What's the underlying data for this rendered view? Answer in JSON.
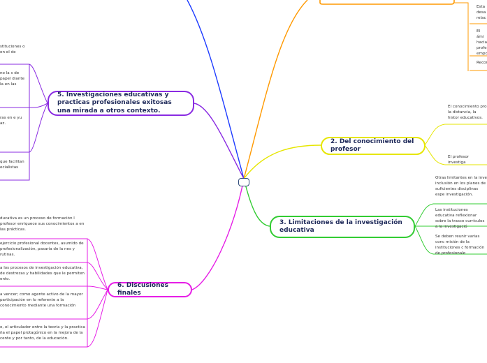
{
  "branches": {
    "b2": {
      "title": "2. Del conocimiento del profesor",
      "color": "#e6e600"
    },
    "b3": {
      "title": "3. Limitaciones de la investigación educativa",
      "color": "#33cc33"
    },
    "b5": {
      "title": "5. Investigaciones educativas y practicas profesionales exitosas una mirada a otros contexto.",
      "color": "#8a2be2"
    },
    "b6": {
      "title": "6. Discusiones finales",
      "color": "#e61ee6"
    },
    "top_left": {
      "color": "#1e3cff"
    },
    "top_right": {
      "color": "#ff9900"
    }
  },
  "leaves": {
    "orange": [
      "Esta desa relac",
      "El ámi hacia profe empo",
      "Recon"
    ],
    "yellow": [
      "El conocimiento pro la distancia, la histor educativos.",
      "El profesor investiga"
    ],
    "green": [
      "Otras limitantes en la inve inclusión en los planes de suficientes disciplinas espe investigación.",
      "Las instituciones educativa reflexionar sobre la trasce currículos a la investigació",
      "Se deben reunir varias conc misión de la instituciones c formación de profesionale"
    ],
    "purple": [
      "stituciones o en el de",
      "no la s de papel diante la en las",
      "ras en e yu az.",
      "que facilitan ecialistas"
    ],
    "magenta": [
      "ducativa es un proceso de formación l profesor enriquece sus conocimientos a en las prácticas.",
      "ejercicio profesional docentes, asumido de profesionalización, pasaría de la nes y rutinas.",
      "a los procesos de investigación educativa, de destrezas y habilidades que le permiten ento.",
      "a vencer; como agente activo de la mayor participación en lo referente a la conocimiento mediante una formación",
      "o, el articulador entre la teoría y la practica ña el papel protagónico en la mejora de la cente y por tanto, de la educación."
    ]
  }
}
